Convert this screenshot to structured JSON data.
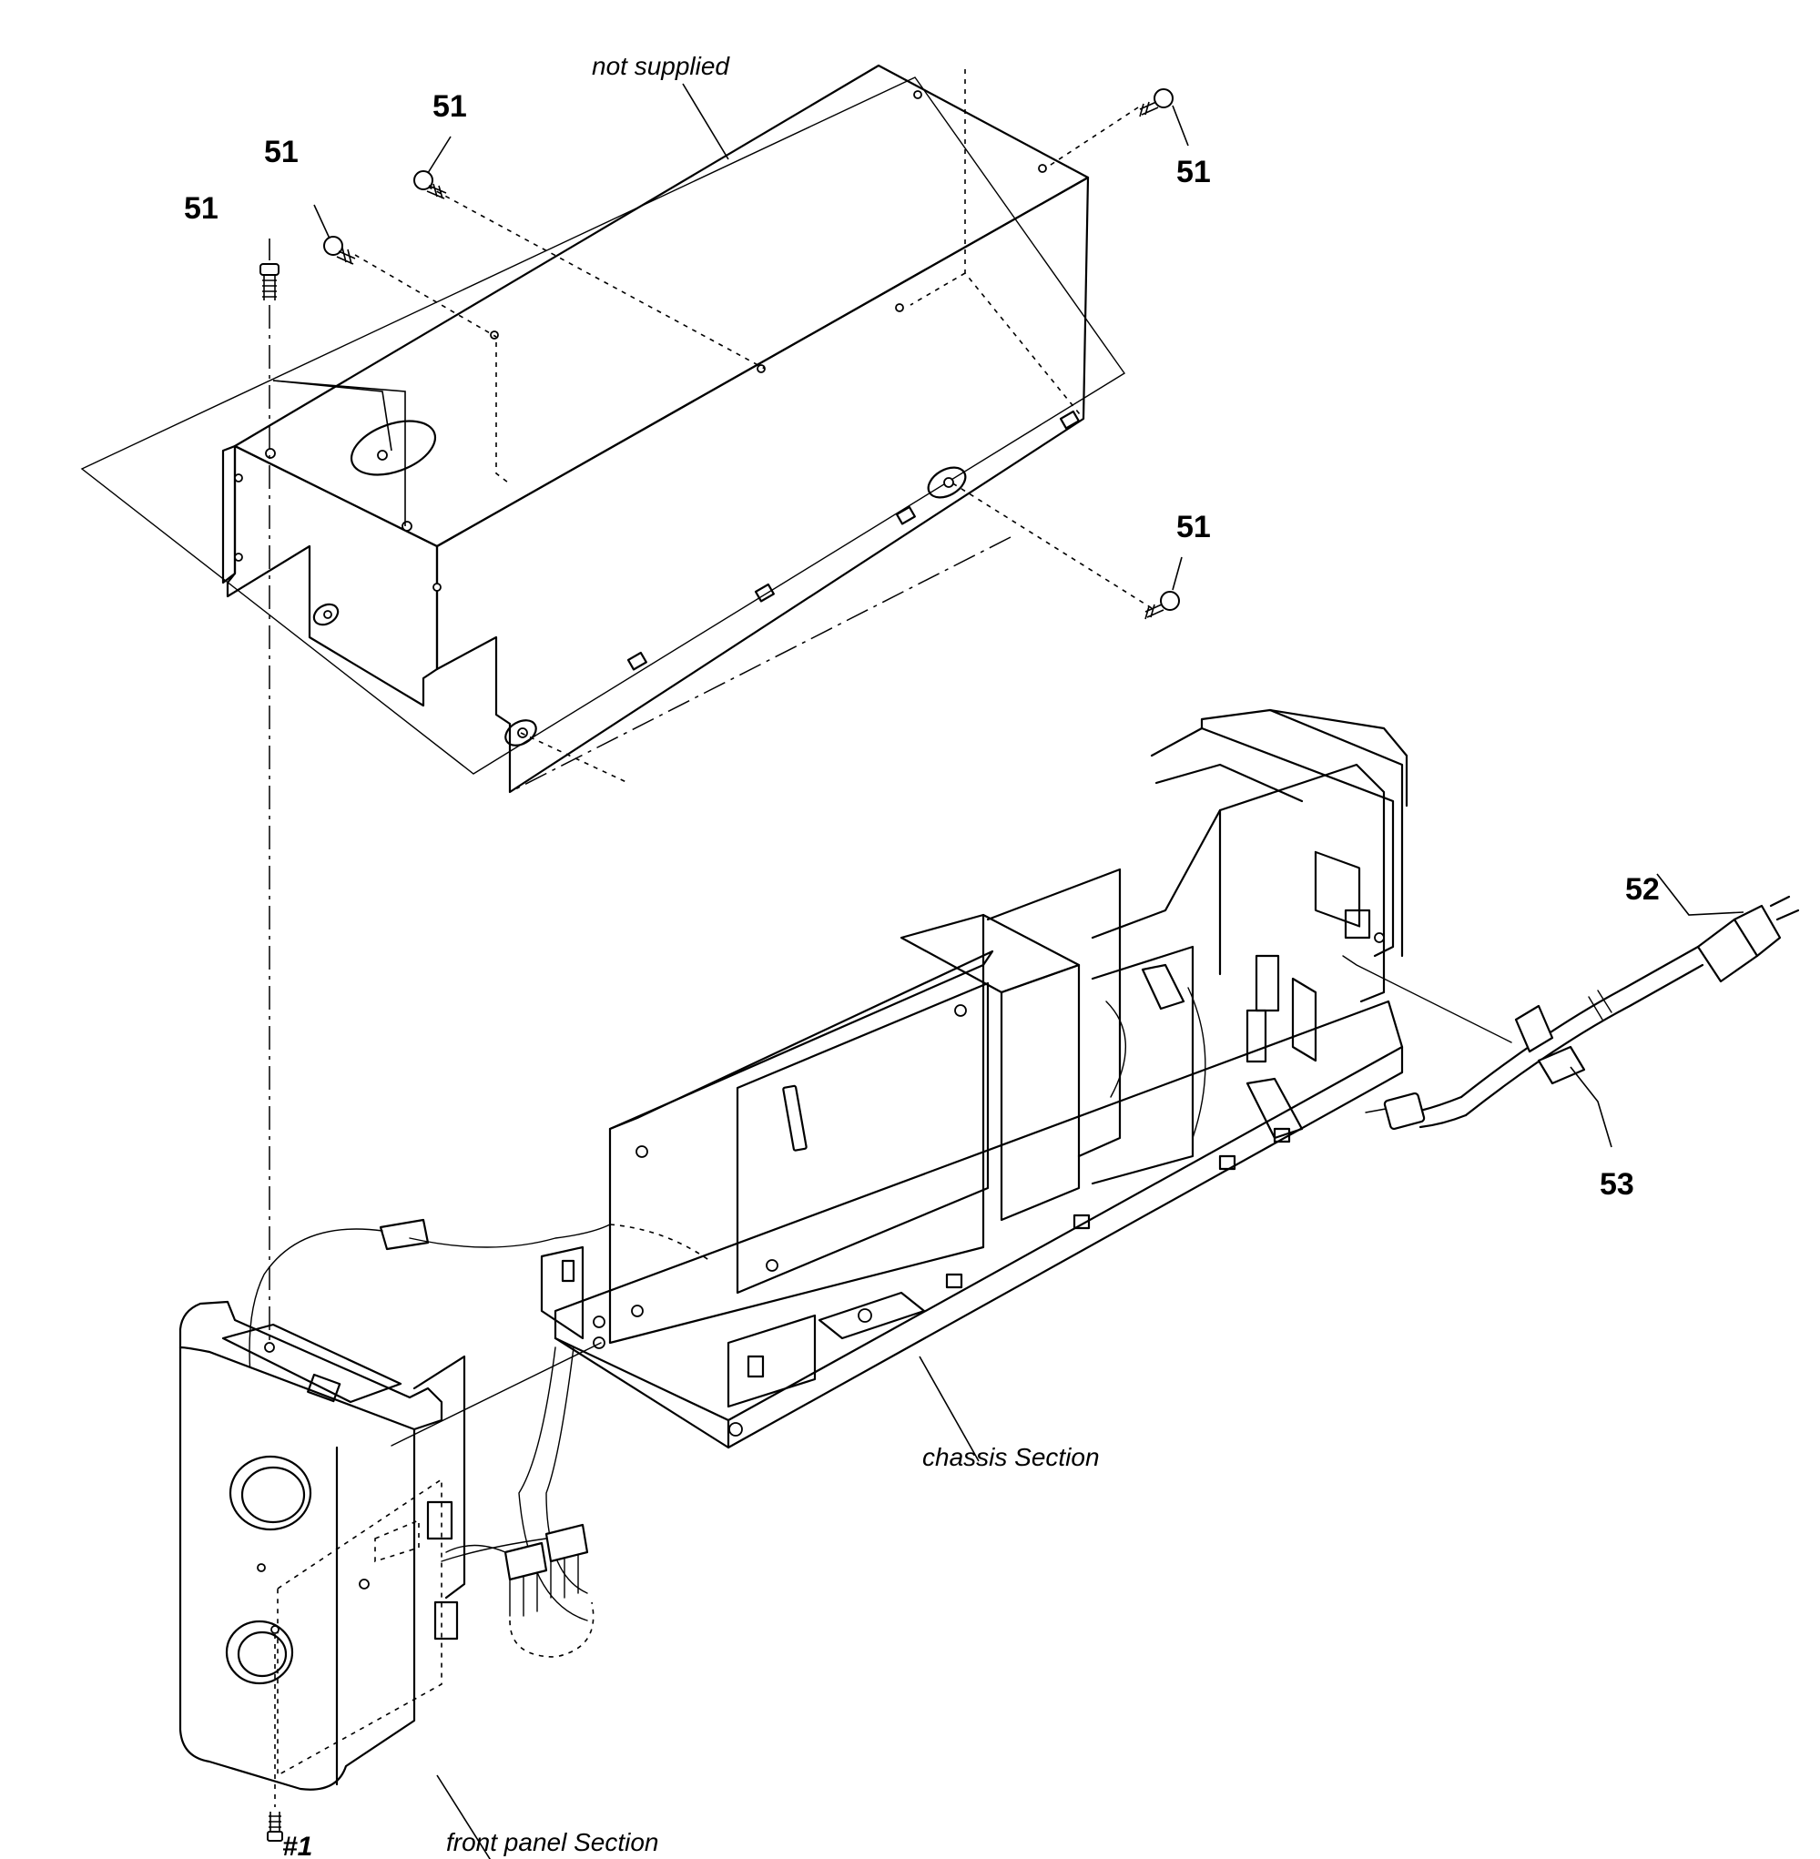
{
  "labels": {
    "not_supplied": "not supplied",
    "chassis_section": "chassis Section",
    "front_panel_section": "front panel Section",
    "screw_1": "#1"
  },
  "part_numbers": {
    "screw_top_left": "51",
    "screw_top_mid_left": "51",
    "screw_top_mid": "51",
    "screw_top_right": "51",
    "screw_side_right": "51",
    "power_cord": "52",
    "cord_clamp": "53"
  },
  "icons": {
    "screw": "screw-icon",
    "plug": "plug-icon"
  }
}
